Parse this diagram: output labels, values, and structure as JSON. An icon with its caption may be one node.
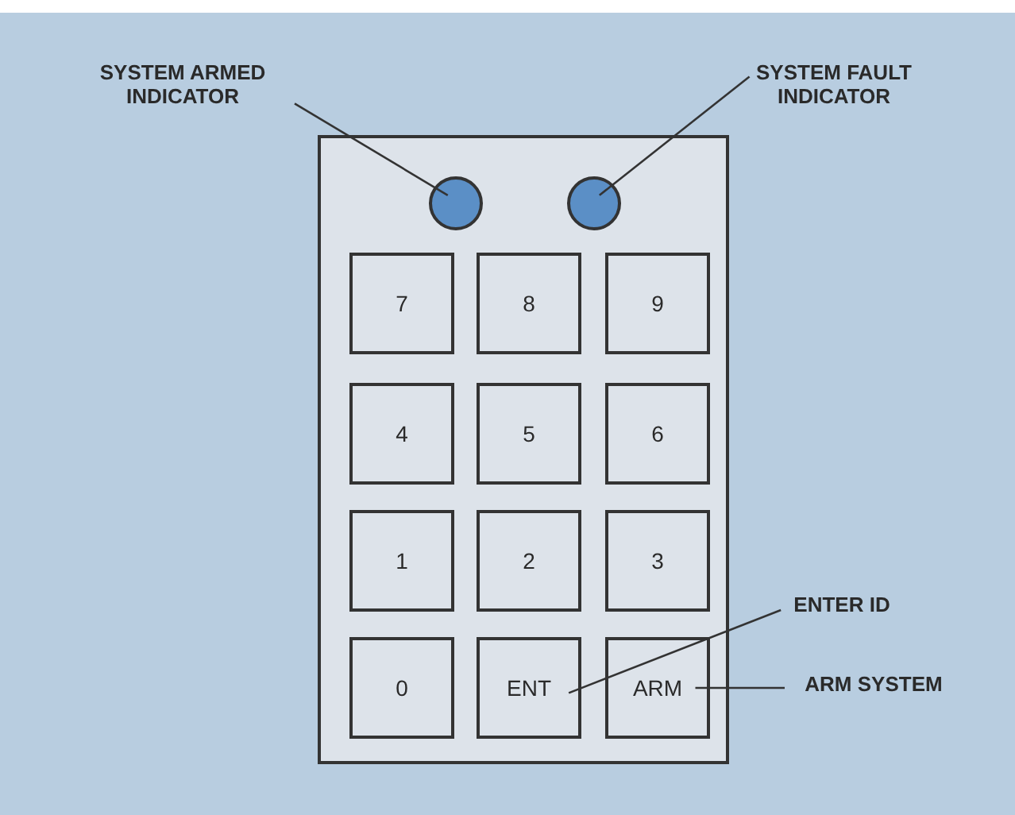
{
  "diagram": {
    "nodes": [
      {
        "text": [
          "SYSTEM ARMED INDICATOR"
        ]
      },
      {
        "text": [
          "SYSTEM FAULT INDICATOR"
        ]
      },
      {
        "text": [],
        "shape": "box"
      },
      {
        "text": [],
        "shape": "circle",
        "in": 2
      },
      {
        "text": [],
        "shape": "circle",
        "in": 2
      },
      {
        "text": [
          "7"
        ],
        "in": 2
      },
      {
        "text": [
          "8"
        ],
        "in": 2
      },
      {
        "text": [
          "9"
        ],
        "in": 2
      },
      {
        "text": [
          "4"
        ],
        "in": 2
      },
      {
        "text": [
          "5"
        ],
        "in": 2
      },
      {
        "text": [
          "6"
        ],
        "in": 2
      },
      {
        "text": [
          "1"
        ],
        "in": 2
      },
      {
        "text": [
          "2"
        ],
        "in": 2
      },
      {
        "text": [
          "3"
        ],
        "in": 2
      },
      {
        "text": [
          "0"
        ],
        "in": 2
      },
      {
        "text": [
          "ENT"
        ],
        "in": 2
      },
      {
        "text": [
          "ARM"
        ],
        "in": 2
      },
      {
        "text": [
          "ENTER ID"
        ]
      },
      {
        "text": [
          "ARM SYSTEM"
        ]
      }
    ],
    "edges": [
      {
        "from": 0,
        "to": 3,
        "arrow": "none"
      },
      {
        "from": 1,
        "to": 4,
        "arrow": "none"
      },
      {
        "from": 17,
        "to": 15,
        "arrow": "none"
      },
      {
        "from": 18,
        "to": 16,
        "arrow": "none"
      }
    ]
  }
}
